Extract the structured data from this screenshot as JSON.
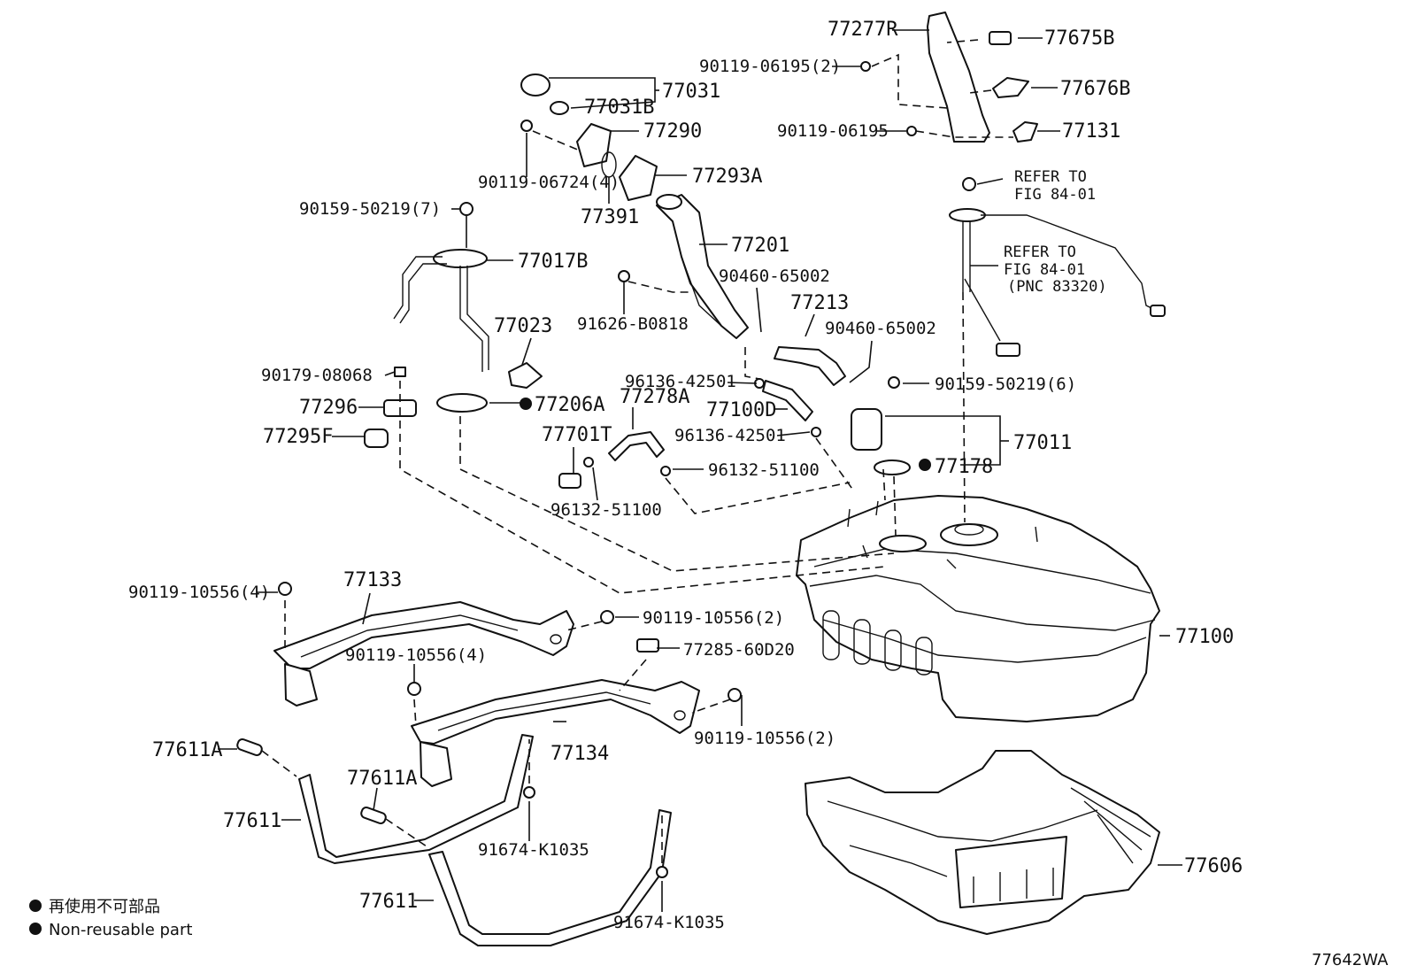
{
  "labels": {
    "p77277R": "77277R",
    "p77675B": "77675B",
    "p90119_06195_2": "90119-06195(2)",
    "p77676B": "77676B",
    "p90119_06195": "90119-06195",
    "p77131": "77131",
    "p77031": "77031",
    "p77031B": "77031B",
    "p77290": "77290",
    "p90119_06724_4": "90119-06724(4)",
    "p77293A": "77293A",
    "p77391": "77391",
    "p90159_50219_7": "90159-50219(7)",
    "p77201": "77201",
    "p77017B": "77017B",
    "p90460_65002_a": "90460-65002",
    "p77213": "77213",
    "p77023": "77023",
    "p91626_B0818": "91626-B0818",
    "p90460_65002_b": "90460-65002",
    "p90179_08068": "90179-08068",
    "p96136_42501_a": "96136-42501",
    "p90159_50219_6": "90159-50219(6)",
    "p77278A": "77278A",
    "p77296": "77296",
    "p77206A": "77206A",
    "p77100D": "77100D",
    "p77701T": "77701T",
    "p96136_42501_b": "96136-42501",
    "p77011": "77011",
    "p77295F": "77295F",
    "p77178": "77178",
    "p96132_51100_a": "96132-51100",
    "p96132_51100_b": "96132-51100",
    "p77133": "77133",
    "p90119_10556_4a": "90119-10556(4)",
    "p90119_10556_2a": "90119-10556(2)",
    "p77100": "77100",
    "p77285_60D20": "77285-60D20",
    "p90119_10556_4b": "90119-10556(4)",
    "p90119_10556_2b": "90119-10556(2)",
    "p77134": "77134",
    "p77611A_a": "77611A",
    "p77611A_b": "77611A",
    "p77611_a": "77611",
    "p91674_K1035_a": "91674-K1035",
    "p77606": "77606",
    "p77611_b": "77611",
    "p91674_K1035_b": "91674-K1035"
  },
  "refer_notes": {
    "refer1_line1": "REFER TO",
    "refer1_line2": "FIG 84-01",
    "refer2_line1": "REFER TO",
    "refer2_line2": "FIG 84-01",
    "refer2_line3": "(PNC 83320)"
  },
  "legend": {
    "jp": "再使用不可部品",
    "en": "Non-reusable part"
  },
  "diagram_id": "77642WA"
}
